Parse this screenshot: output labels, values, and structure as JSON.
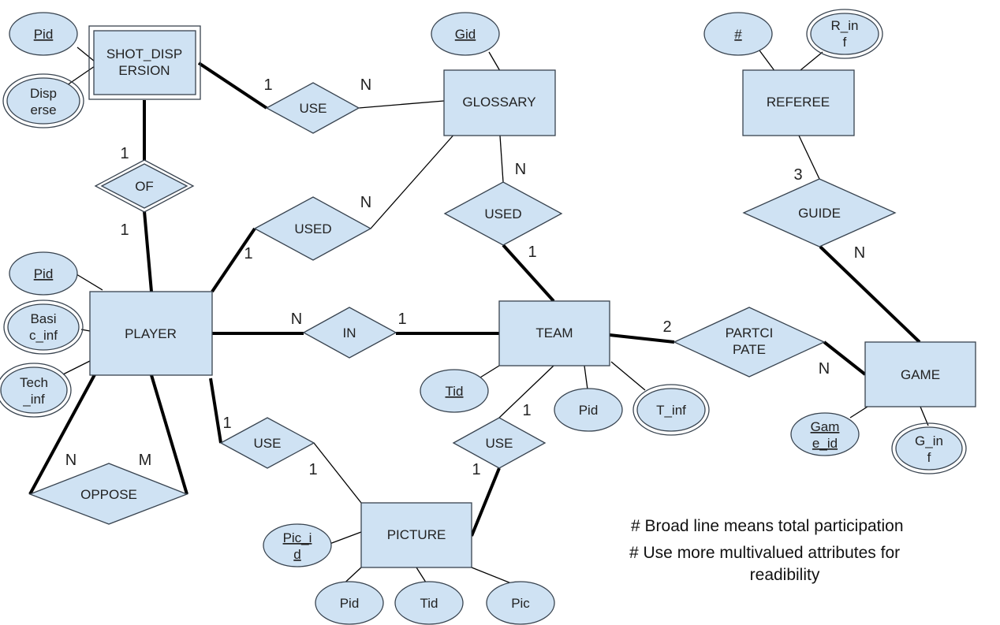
{
  "entities": {
    "shot_dispersion": [
      "SHOT_DISP",
      "ERSION"
    ],
    "glossary": "GLOSSARY",
    "referee": "REFEREE",
    "player": "PLAYER",
    "team": "TEAM",
    "game": "GAME",
    "picture": "PICTURE"
  },
  "relationships": {
    "use_shot_glossary": "USE",
    "of": "OF",
    "used_player_glossary": "USED",
    "used_glossary_team": "USED",
    "guide": "GUIDE",
    "in": "IN",
    "partcipate": [
      "PARTCI",
      "PATE"
    ],
    "oppose": "OPPOSE",
    "use_player_picture": "USE",
    "use_team_picture": "USE"
  },
  "attributes": {
    "shot_pid": "Pid",
    "disperse": [
      "Disp",
      "erse"
    ],
    "gid": "Gid",
    "referee_num": "#",
    "r_inf": [
      "R_in",
      "f"
    ],
    "player_pid": "Pid",
    "basic_inf": [
      "Basi",
      "c_inf"
    ],
    "tech_inf": [
      "Tech",
      "_inf"
    ],
    "tid": "Tid",
    "team_pid": "Pid",
    "t_inf": "T_inf",
    "game_id": [
      "Gam",
      "e_id"
    ],
    "g_inf": [
      "G_in",
      "f"
    ],
    "pic_id": [
      "Pic_i",
      "d"
    ],
    "pic_pid": "Pid",
    "pic_tid": "Tid",
    "pic": "Pic"
  },
  "cardinalities": {
    "use_shot": "1",
    "use_glossary": "N",
    "of_shot": "1",
    "of_player": "1",
    "used_glossary_player_side": "N",
    "used_player": "1",
    "used2_glossary": "N",
    "used2_team": "1",
    "guide_referee": "3",
    "guide_game": "N",
    "in_player": "N",
    "in_team": "1",
    "part_team": "2",
    "part_game": "N",
    "oppose_n": "N",
    "oppose_m": "M",
    "use3_player": "1",
    "use3_picture": "1",
    "use4_team": "1",
    "use4_picture": "1"
  },
  "notes": {
    "line1": "# Broad line means  total participation",
    "line2": "# Use more multivalued attributes for",
    "line3": "readibility"
  },
  "colors": {
    "fill": "#cfe2f3",
    "stroke": "#38434f"
  }
}
